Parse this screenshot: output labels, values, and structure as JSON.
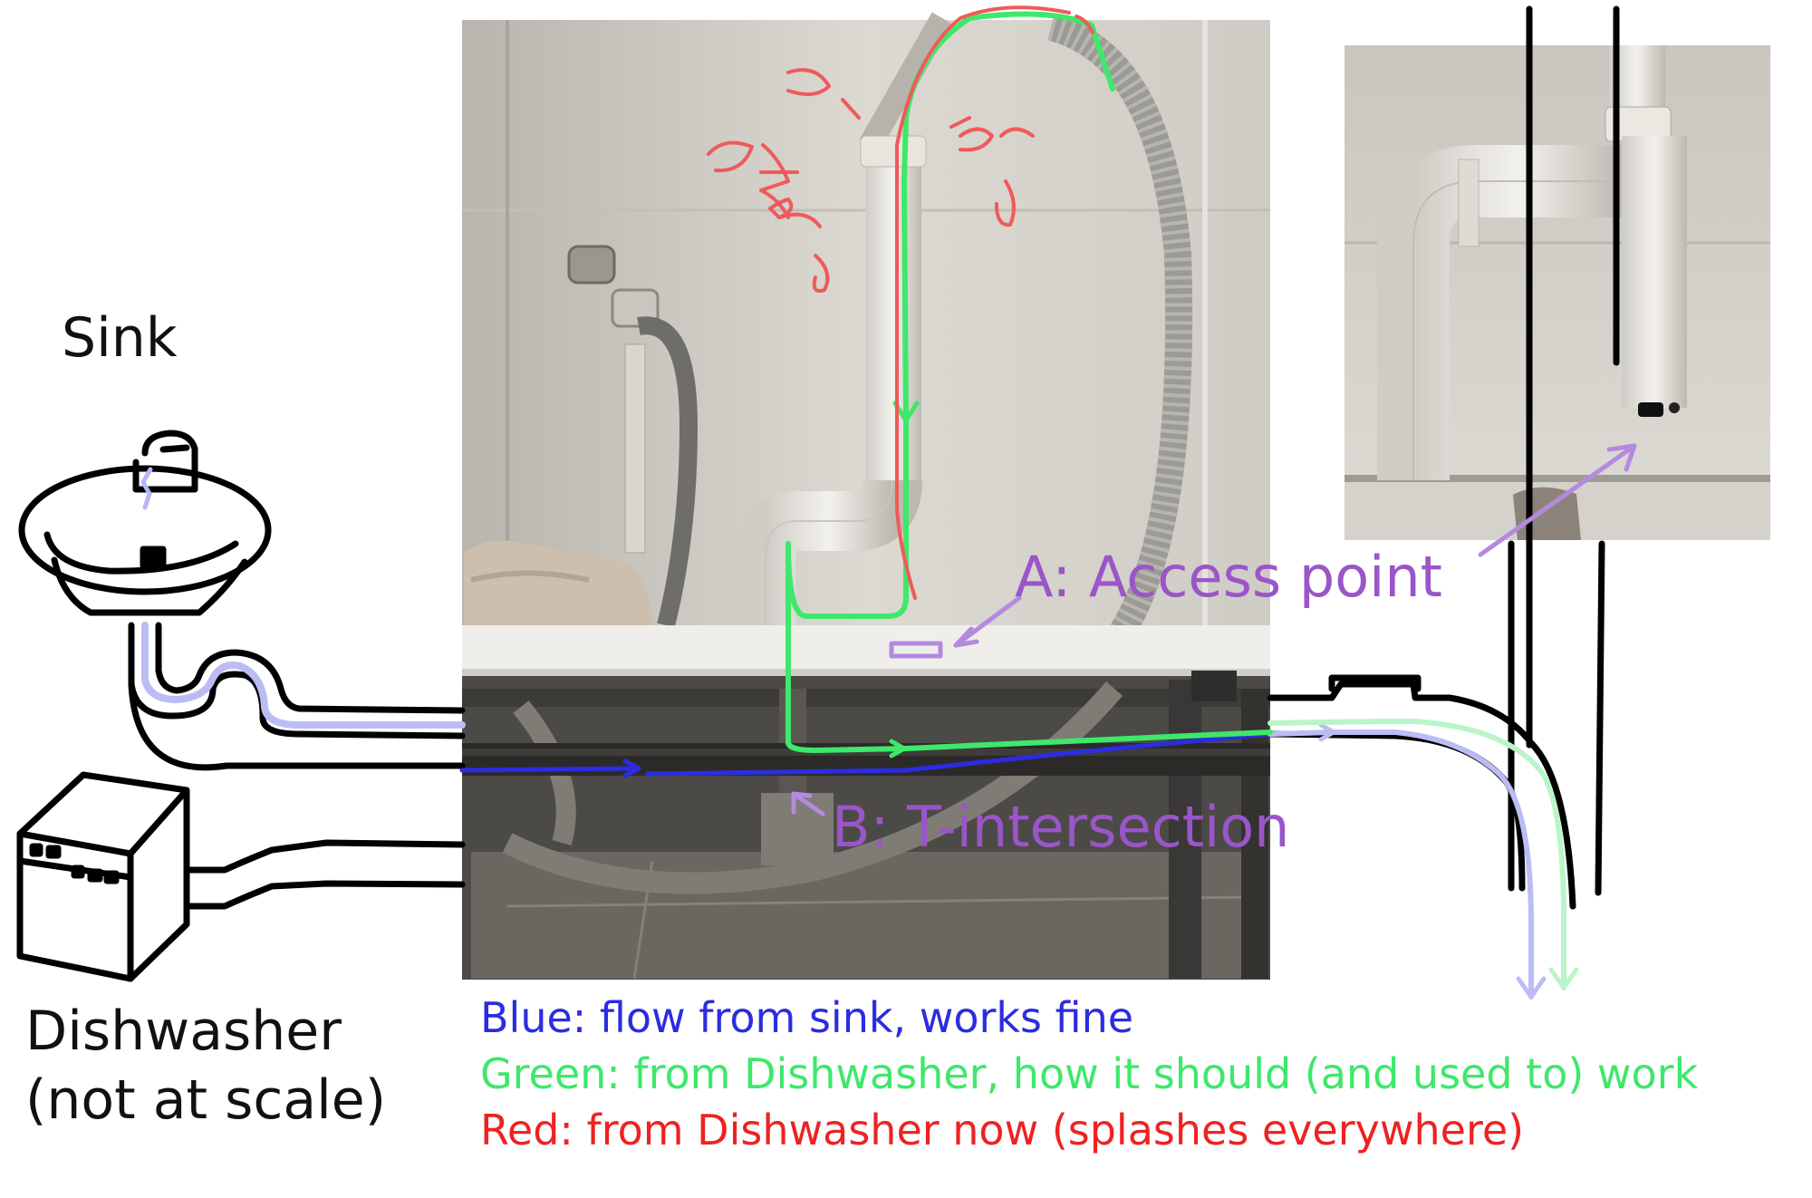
{
  "labels": {
    "sink": "Sink",
    "dishwasher_line1": "Dishwasher",
    "dishwasher_line2": "(not at scale)",
    "access_point": "A: Access point",
    "t_intersection": "B: T-intersection"
  },
  "legend": {
    "blue": "Blue: flow from sink, works fine",
    "green": "Green: from Dishwasher, how it should (and used to) work",
    "red": "Red: from Dishwasher now (splashes everywhere)"
  },
  "colors": {
    "blue_flow": "#2c2ce0",
    "green_flow": "#3ee86a",
    "red_flow": "#ee2222",
    "annotation": "#9a55c8"
  },
  "icons": [
    "sink-icon",
    "dishwasher-icon"
  ]
}
